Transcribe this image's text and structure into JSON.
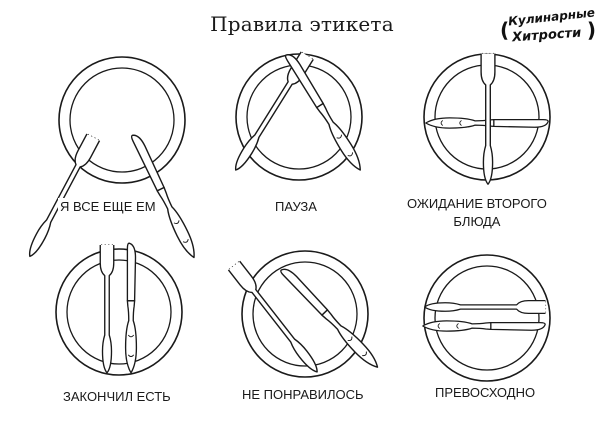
{
  "title": "Правила этикета",
  "logo": {
    "line1": "Кулинарные",
    "line2": "Хитрости"
  },
  "icons": {
    "plate": "plate-icon",
    "fork": "fork-icon",
    "knife": "knife-icon"
  },
  "cells": [
    {
      "caption": "Я ВСЕ ЕЩЕ ЕМ"
    },
    {
      "caption": "ПАУЗА"
    },
    {
      "caption": "ОЖИДАНИЕ ВТОРОГО\nБЛЮДА"
    },
    {
      "caption": "ЗАКОНЧИЛ ЕСТЬ"
    },
    {
      "caption": "НЕ ПОНРАВИЛОСЬ"
    },
    {
      "caption": "ПРЕВОСХОДНО"
    }
  ]
}
